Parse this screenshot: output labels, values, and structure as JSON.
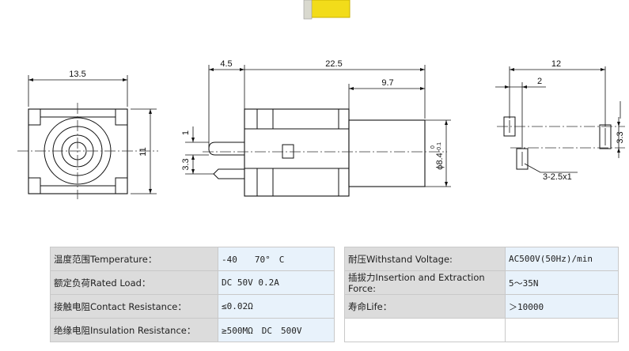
{
  "dimensions": {
    "front_width": "13.5",
    "front_height": "11",
    "side_a": "4.5",
    "side_total": "22.5",
    "side_b": "9.7",
    "side_pin": "1",
    "side_pitch": "3.3",
    "side_dia": "ϕ8.4",
    "side_tol_upper": "0",
    "side_tol_lower": "-0.1",
    "foot_total": "12",
    "foot_offset": "2",
    "foot_pitch": "3.3",
    "foot_hole": "3-2.5x1"
  },
  "specs": [
    {
      "label": "温度范围Temperature：",
      "value": "-40　　70°　C"
    },
    {
      "label": "额定负荷Rated Load：",
      "value": "DC 50V 0.2A"
    },
    {
      "label": "接触电阻Contact Resistance：",
      "value": "≤0.02Ω"
    },
    {
      "label": "绝缘电阻Insulation Resistance：",
      "value": "≥500MΩ　DC　500V"
    },
    {
      "label": "耐压Withstand Voltage:",
      "value": "AC500V(50Hz)/min"
    },
    {
      "label": "插拔力Insertion and Extraction Force:",
      "value": "5～35N"
    },
    {
      "label": "寿命Life：",
      "value": "＞10000"
    }
  ]
}
